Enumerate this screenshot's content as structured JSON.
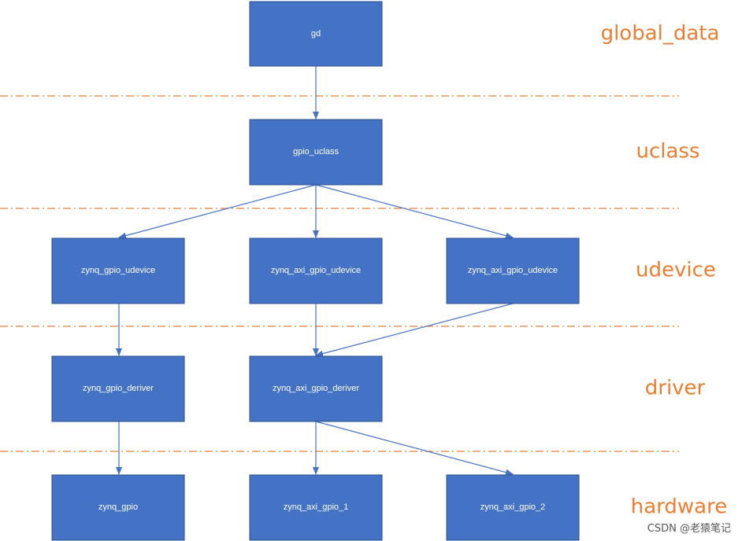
{
  "colors": {
    "node_fill": "#4472C4",
    "node_border": "#2F528F",
    "arrow": "#4472C4",
    "separator": "#ED7D31",
    "layer_text": "#ED7D31"
  },
  "layers": [
    "global_data",
    "uclass",
    "udevice",
    "driver",
    "hardware"
  ],
  "nodes": {
    "gd": "gd",
    "gpio_uclass": "gpio_uclass",
    "zynq_gpio_udevice": "zynq_gpio_udevice",
    "zynq_axi_gpio_udevice_1": "zynq_axi_gpio_udevice",
    "zynq_axi_gpio_udevice_2": "zynq_axi_gpio_udevice",
    "zynq_gpio_deriver": "zynq_gpio_deriver",
    "zynq_axi_gpio_deriver": "zynq_axi_gpio_deriver",
    "zynq_gpio": "zynq_gpio",
    "zynq_axi_gpio_1": "zynq_axi_gpio_1",
    "zynq_axi_gpio_2": "zynq_axi_gpio_2"
  },
  "edges": [
    [
      "gd",
      "gpio_uclass"
    ],
    [
      "gpio_uclass",
      "zynq_gpio_udevice"
    ],
    [
      "gpio_uclass",
      "zynq_axi_gpio_udevice_1"
    ],
    [
      "gpio_uclass",
      "zynq_axi_gpio_udevice_2"
    ],
    [
      "zynq_gpio_udevice",
      "zynq_gpio_deriver"
    ],
    [
      "zynq_axi_gpio_udevice_1",
      "zynq_axi_gpio_deriver"
    ],
    [
      "zynq_axi_gpio_udevice_2",
      "zynq_axi_gpio_deriver"
    ],
    [
      "zynq_gpio_deriver",
      "zynq_gpio"
    ],
    [
      "zynq_axi_gpio_deriver",
      "zynq_axi_gpio_1"
    ],
    [
      "zynq_axi_gpio_deriver",
      "zynq_axi_gpio_2"
    ]
  ],
  "watermark": "CSDN @老猿笔记"
}
